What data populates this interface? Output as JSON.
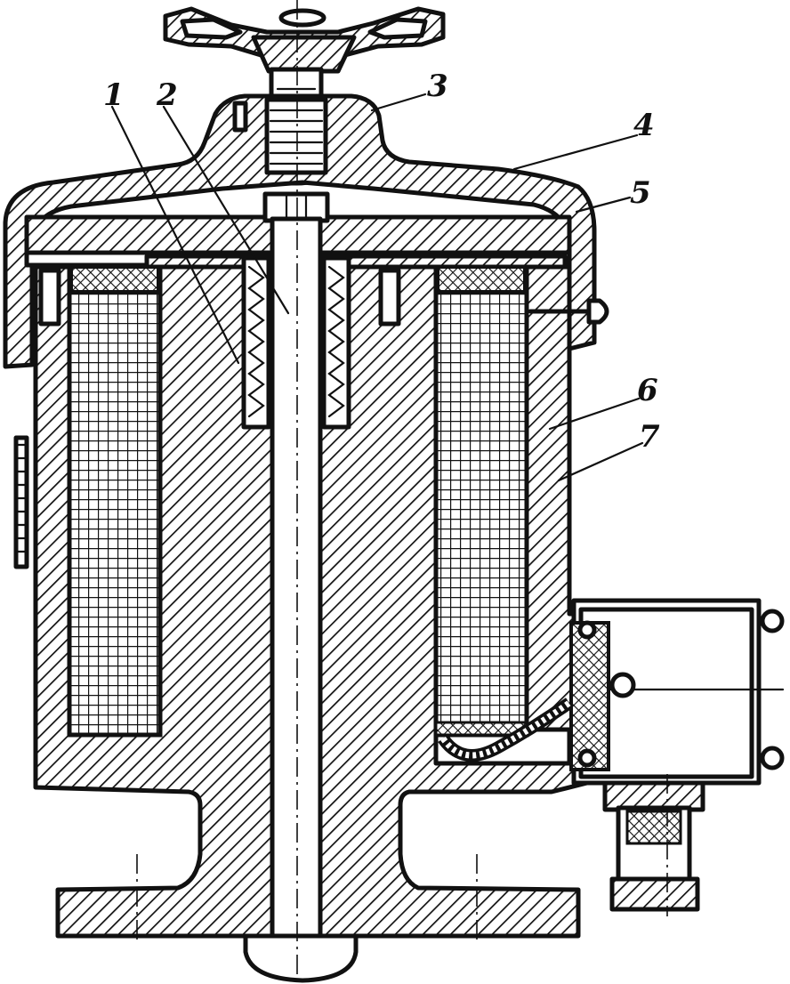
{
  "callouts": [
    {
      "label": "1"
    },
    {
      "label": "2"
    },
    {
      "label": "3"
    },
    {
      "label": "4"
    },
    {
      "label": "5"
    },
    {
      "label": "6"
    },
    {
      "label": "7"
    }
  ],
  "colors": {
    "ink": "#111111",
    "paper": "#ffffff"
  }
}
